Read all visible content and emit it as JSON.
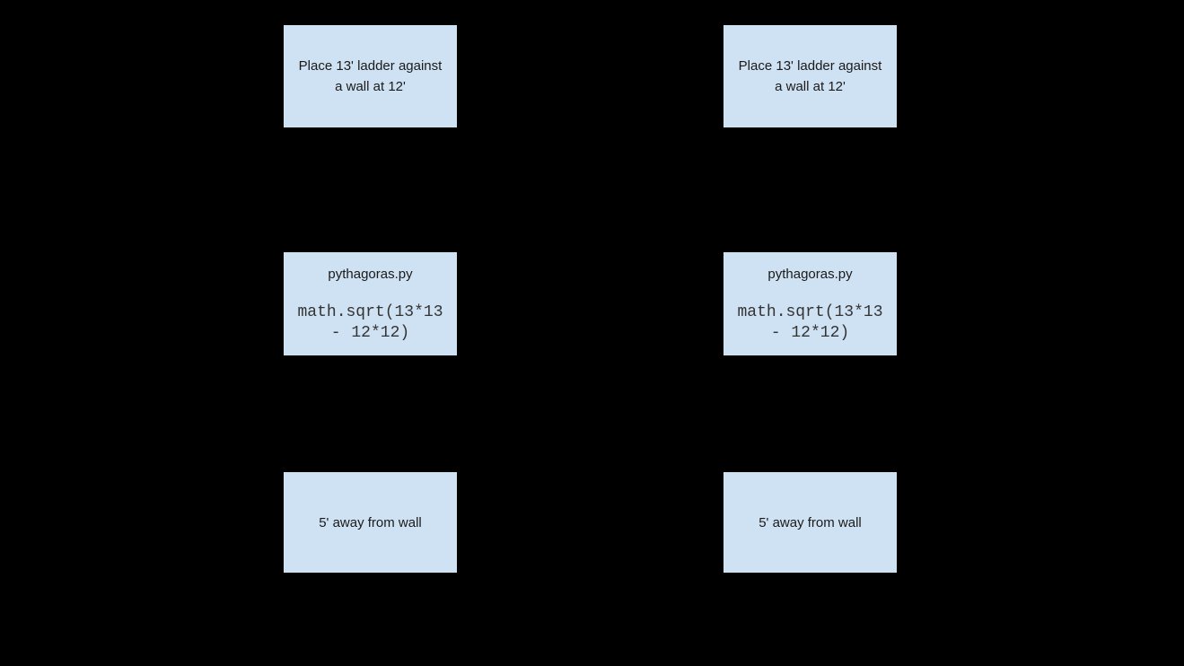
{
  "canvas": {
    "background_color": "#000000",
    "box_fill_color": "#cfe2f3",
    "text_color": "#1a1a1a",
    "code_text_color": "#333333"
  },
  "diagram": {
    "columns": [
      {
        "side": "left",
        "boxes": [
          {
            "type": "label",
            "label": "Place 13' ladder against a wall at 12'"
          },
          {
            "type": "code",
            "title": "pythagoras.py",
            "code": "math.sqrt(13*13 - 12*12)"
          },
          {
            "type": "label",
            "label": "5' away from wall"
          }
        ]
      },
      {
        "side": "right",
        "boxes": [
          {
            "type": "label",
            "label": "Place 13' ladder against a wall at 12'"
          },
          {
            "type": "code",
            "title": "pythagoras.py",
            "code": "math.sqrt(13*13 - 12*12)"
          },
          {
            "type": "label",
            "label": "5' away from wall"
          }
        ]
      }
    ]
  }
}
